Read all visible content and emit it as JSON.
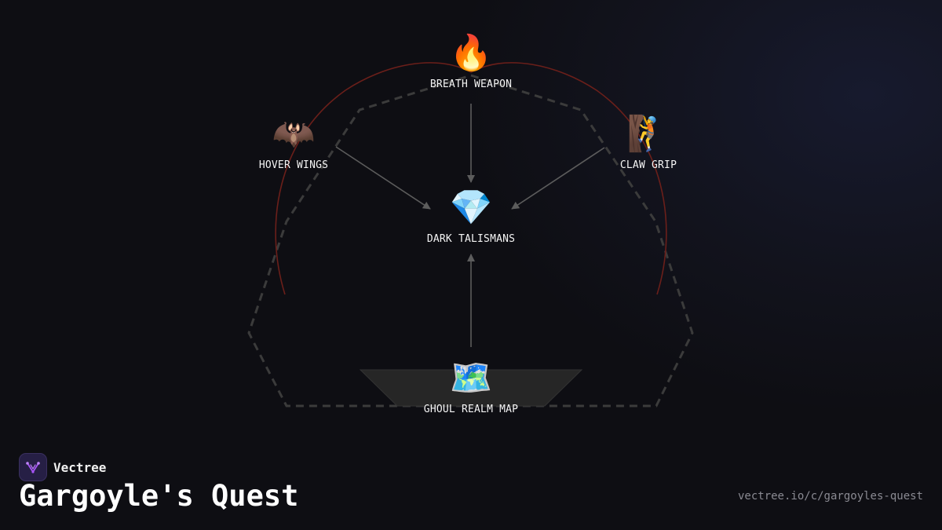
{
  "diagram": {
    "nodes": [
      {
        "id": "breath",
        "label": "BREATH WEAPON",
        "icon": "fire-icon",
        "emoji": "🔥"
      },
      {
        "id": "wings",
        "label": "HOVER WINGS",
        "icon": "bat-icon",
        "emoji": "🦇"
      },
      {
        "id": "claw",
        "label": "CLAW GRIP",
        "icon": "climber-icon",
        "emoji": "🧗"
      },
      {
        "id": "talisman",
        "label": "DARK TALISMANS",
        "icon": "gem-icon",
        "emoji": "💎"
      },
      {
        "id": "map",
        "label": "GHOUL REALM MAP",
        "icon": "world-map-icon",
        "emoji": "🗺️"
      }
    ],
    "edges": [
      {
        "from": "breath",
        "to": "talisman"
      },
      {
        "from": "wings",
        "to": "talisman"
      },
      {
        "from": "claw",
        "to": "talisman"
      },
      {
        "from": "map",
        "to": "talisman"
      }
    ],
    "colors": {
      "arrow": "#5c5c5c",
      "dashed_outline": "#3b3b3b",
      "arc": "#6b1f1a",
      "base_shape": "#262626"
    }
  },
  "brand": {
    "name": "Vectree",
    "logo_icon": "vectree-logo-icon",
    "accent": "#a855f7"
  },
  "footer": {
    "title": "Gargoyle's Quest",
    "url": "vectree.io/c/gargoyles-quest"
  }
}
